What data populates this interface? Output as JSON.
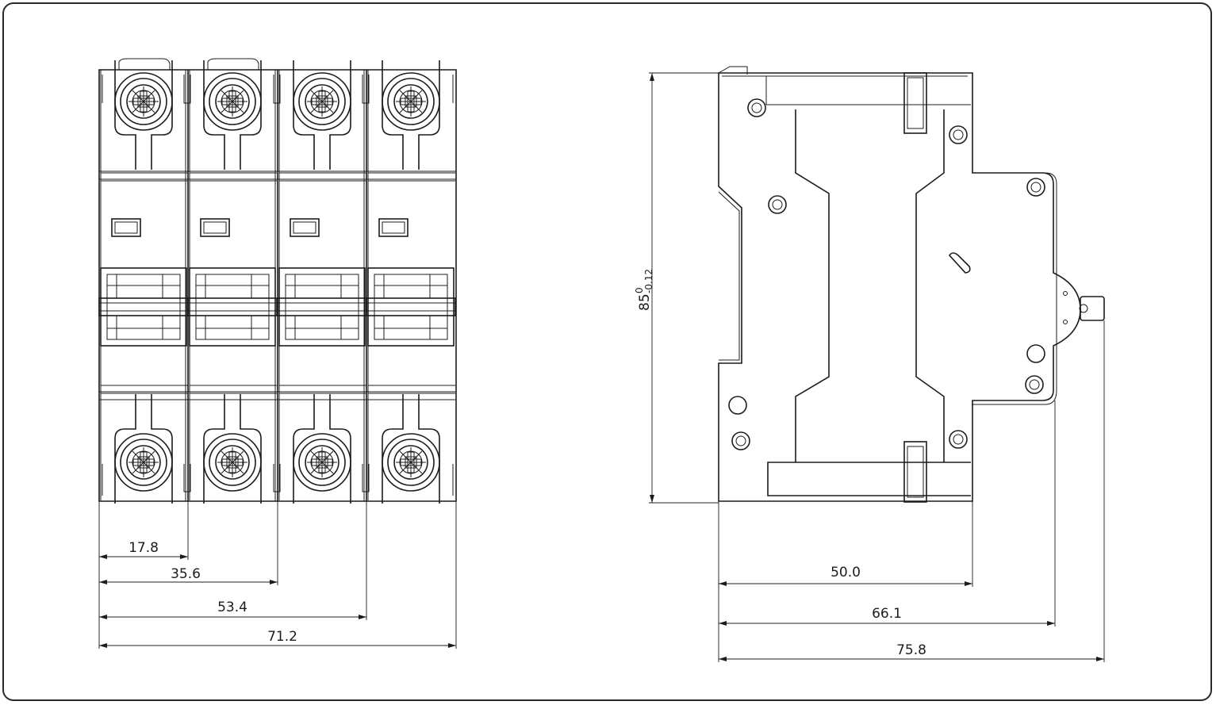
{
  "front_view": {
    "poles": 4,
    "dimensions": [
      "17.8",
      "35.6",
      "53.4",
      "71.2"
    ]
  },
  "side_view": {
    "height": {
      "value": "85",
      "tol_upper": "0",
      "tol_lower": "-0.12"
    },
    "dimensions": [
      "50.0",
      "66.1",
      "75.8"
    ]
  },
  "colors": {
    "line": "#1c1c1c",
    "background": "#ffffff",
    "frame": "#2a2a2a"
  }
}
